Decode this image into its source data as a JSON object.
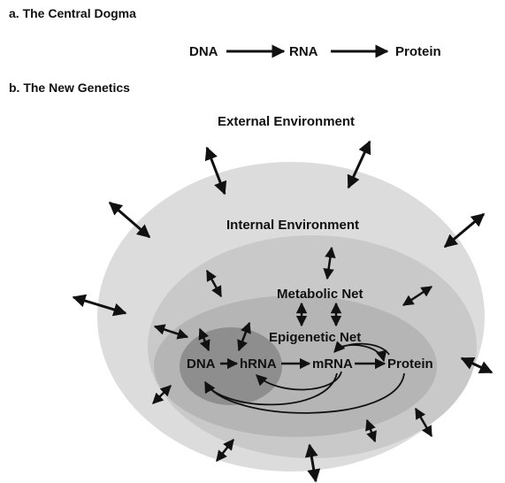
{
  "panel_a": {
    "title": "a. The Central Dogma",
    "nodes": [
      "DNA",
      "RNA",
      "Protein"
    ]
  },
  "panel_b": {
    "title": "b. The New Genetics",
    "external_environment": "External Environment",
    "internal_environment": "Internal Environment",
    "metabolic_net": "Metabolic Net",
    "epigenetic_net": "Epigenetic Net",
    "flow_nodes": [
      "DNA",
      "hRNA",
      "mRNA",
      "Protein"
    ]
  },
  "colors": {
    "outer_ellipse": "#dcdcdc",
    "internal_ellipse": "#c9c9c9",
    "epigenetic_ellipse": "#b3b3b3",
    "dna_ellipse": "#8e8e8e",
    "ink": "#111111"
  }
}
